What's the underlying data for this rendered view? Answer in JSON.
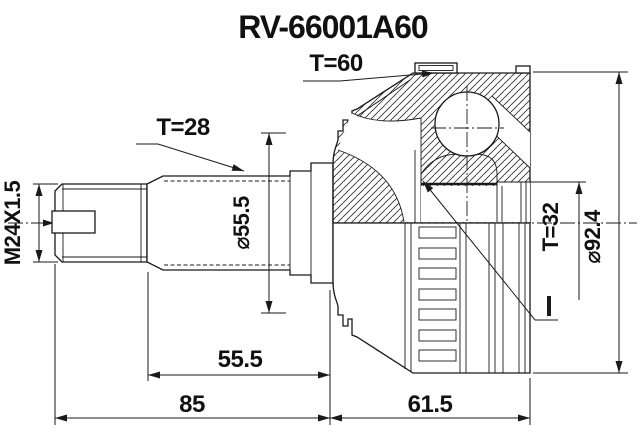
{
  "title": "RV-66001A60",
  "colors": {
    "background": "#ffffff",
    "line": "#1a1a1a"
  },
  "annotations": {
    "outer_ring_teeth": "T=60",
    "shaft_spline_teeth": "T=28",
    "thread_spec": "M24X1.5",
    "boot_groove_diameter": "⌀55.5",
    "inner_spline_teeth": "T=32",
    "outer_diameter": "⌀92.4",
    "spline_length": "55.5",
    "shaft_length": "85",
    "body_length": "61.5"
  }
}
